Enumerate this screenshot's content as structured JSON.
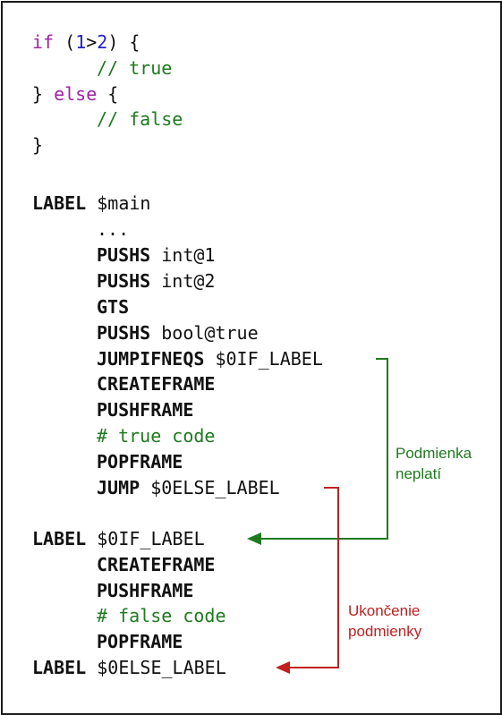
{
  "source": {
    "if_kw": "if",
    "cond_open": " (",
    "num_a": "1",
    "op": ">",
    "num_b": "2",
    "cond_close": ") {",
    "true_comment": "// true",
    "close_else_prefix": "} ",
    "else_kw": "else",
    "else_brace": " {",
    "false_comment": "// false",
    "close_brace": "}"
  },
  "asm": [
    {
      "kw": "LABEL",
      "arg": " $main"
    },
    {
      "kw": "",
      "arg": "..."
    },
    {
      "kw": "PUSHS",
      "arg": " int@1"
    },
    {
      "kw": "PUSHS",
      "arg": " int@2"
    },
    {
      "kw": "GTS",
      "arg": ""
    },
    {
      "kw": "PUSHS",
      "arg": " bool@true"
    },
    {
      "kw": "JUMPIFNEQS",
      "arg": " $0IF_LABEL"
    },
    {
      "kw": "CREATEFRAME",
      "arg": ""
    },
    {
      "kw": "PUSHFRAME",
      "arg": ""
    },
    {
      "comment": "# true code"
    },
    {
      "kw": "POPFRAME",
      "arg": ""
    },
    {
      "kw": "JUMP",
      "arg": " $0ELSE_LABEL"
    },
    {
      "kw": "LABEL",
      "arg": " $0IF_LABEL"
    },
    {
      "kw": "CREATEFRAME",
      "arg": ""
    },
    {
      "kw": "PUSHFRAME",
      "arg": ""
    },
    {
      "comment": "# false code"
    },
    {
      "kw": "POPFRAME",
      "arg": ""
    },
    {
      "kw": "LABEL",
      "arg": " $0ELSE_LABEL"
    }
  ],
  "annotations": {
    "cond_false_line1": "Podmienka",
    "cond_false_line2": "neplatí",
    "end_line1": "Ukončenie",
    "end_line2": "podmienky"
  },
  "colors": {
    "green_arrow": "#1e7a1e",
    "red_arrow": "#c02020",
    "keyword": "#a020a8",
    "number": "#2222c8",
    "comment": "#1e7a1e"
  }
}
